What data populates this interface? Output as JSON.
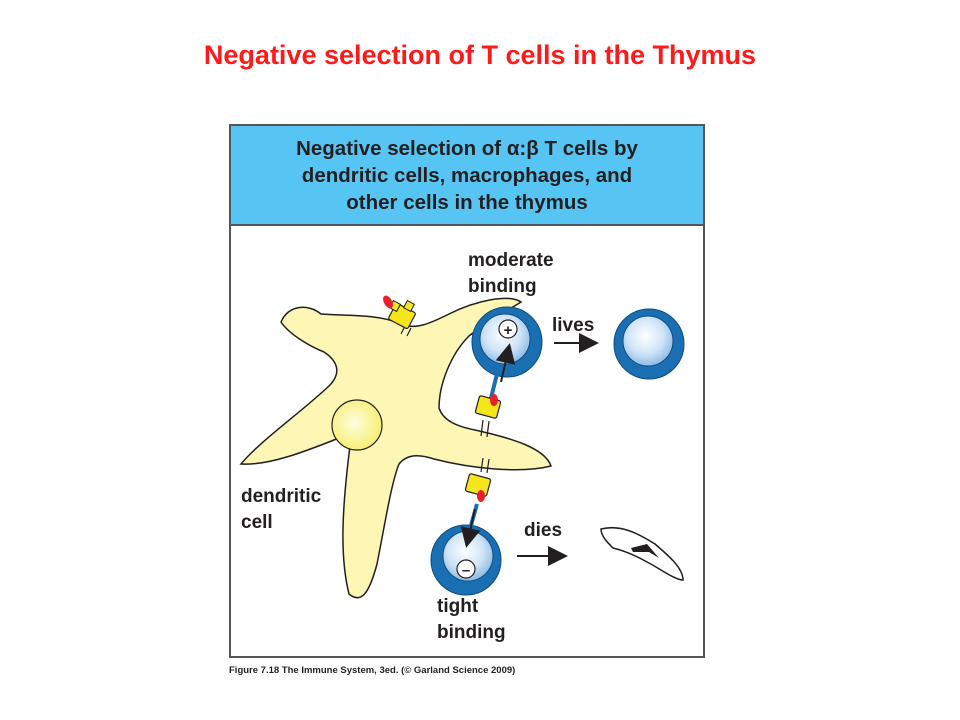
{
  "slide": {
    "title": "Negative selection of  T cells in the Thymus"
  },
  "figure": {
    "header_lines": [
      "Negative selection of α:β T cells by",
      "dendritic cells, macrophages, and",
      "other cells in the thymus"
    ],
    "labels": {
      "moderate_line1": "moderate",
      "moderate_line2": "binding",
      "lives": "lives",
      "dies": "dies",
      "dendritic_line1": "dendritic",
      "dendritic_line2": "cell",
      "tight_line1": "tight",
      "tight_line2": "binding",
      "plus": "+",
      "minus": "–"
    },
    "caption": "Figure 7.18  The Immune System, 3ed. (© Garland Science 2009)"
  },
  "colors": {
    "title_red": "#ff1a1a",
    "header_blue": "#56c5f3",
    "dendritic_cell_fill": "#fdf6b4",
    "t_cell_blue": "#1a6fb3",
    "receptor_yellow": "#f5e51a",
    "peptide_red": "#e8202a"
  }
}
